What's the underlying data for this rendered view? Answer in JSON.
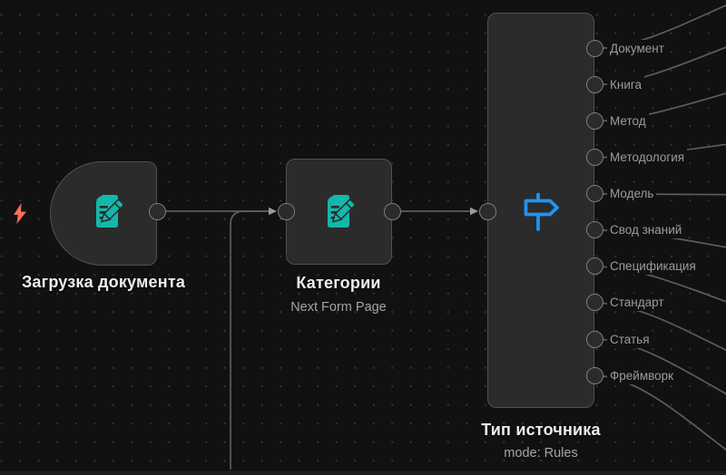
{
  "colors": {
    "canvas_bg": "#111112",
    "node_bg": "#2b2b2c",
    "node_border": "#515152",
    "wire": "#5d5d5d",
    "port_border": "#7e7e7e",
    "title": "#ececec",
    "label": "#9c9c9c",
    "teal": "#14b8ab",
    "blue": "#2094f3",
    "bolt": "#ff6d5c"
  },
  "nodes": {
    "upload": {
      "title": "Загрузка документа",
      "icon": "document-edit-icon"
    },
    "categories": {
      "title": "Категории",
      "subtitle": "Next Form Page",
      "icon": "document-edit-icon"
    },
    "source_type": {
      "title": "Тип источника",
      "subtitle": "mode: Rules",
      "icon": "signpost-icon",
      "outputs": [
        "Документ",
        "Книга",
        "Метод",
        "Методология",
        "Модель",
        "Свод знаний",
        "Спецификация",
        "Стандарт",
        "Статья",
        "Фреймворк"
      ]
    }
  }
}
